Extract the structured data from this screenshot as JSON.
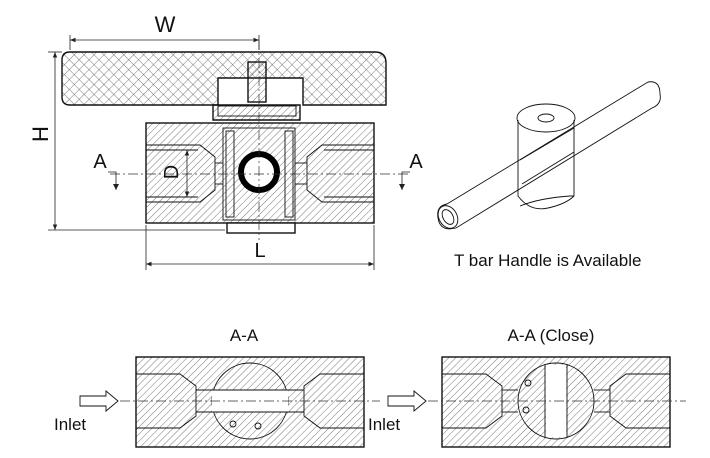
{
  "labels": {
    "width": "W",
    "height": "H",
    "bore": "D",
    "length": "L",
    "section_left": "A",
    "section_right": "A",
    "handle_note": "T bar Handle is Available",
    "section_open": "A-A",
    "section_close": "A-A (Close)",
    "inlet_1": "Inlet",
    "inlet_2": "Inlet"
  },
  "colors": {
    "line": "#111111",
    "hatch": "#555555",
    "background": "#ffffff"
  }
}
